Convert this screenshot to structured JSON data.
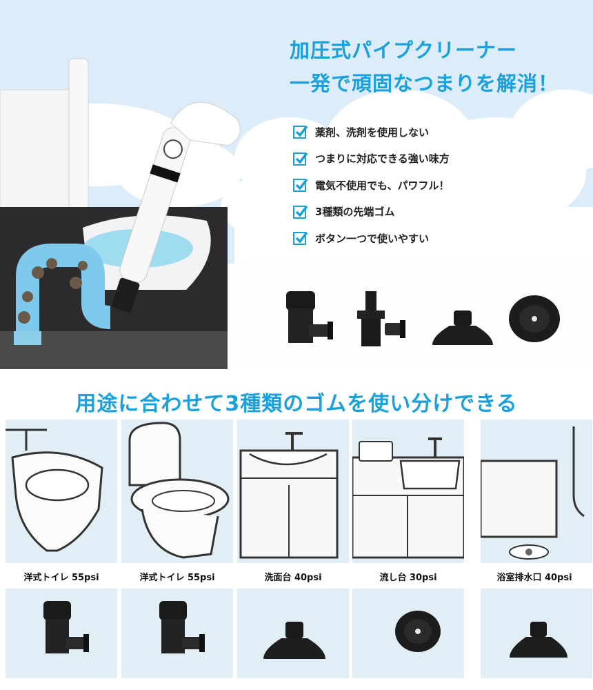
{
  "hero": {
    "headline_line1": "加圧式パイプクリーナー",
    "headline_line2": "一発で頑固なつまりを解消！",
    "features": [
      "薬剤、洗剤を使用しない",
      "つまりに対応できる強い味方",
      "電気不使用でも、パワフル！",
      "3種類の先端ゴム",
      "ボタン一つで使いやすい"
    ],
    "accent_color": "#1aa0da",
    "check_icon": "checkbox-checked-icon"
  },
  "usage": {
    "title": "用途に合わせて3種類のゴムを使い分けできる",
    "items": [
      {
        "label": "洋式トイレ 55psi",
        "scene": "urinal",
        "tip": "adapter-tip"
      },
      {
        "label": "洋式トイレ 55psi",
        "scene": "toilet",
        "tip": "adapter-tip"
      },
      {
        "label": "洗面台 40psi",
        "scene": "washbasin",
        "tip": "cone-tip"
      },
      {
        "label": "流し台 30psi",
        "scene": "kitchen-sink",
        "tip": "flat-disc-tip"
      },
      {
        "label": "浴室排水口 40psi",
        "scene": "bathroom-drain",
        "tip": "cone-tip"
      }
    ]
  }
}
